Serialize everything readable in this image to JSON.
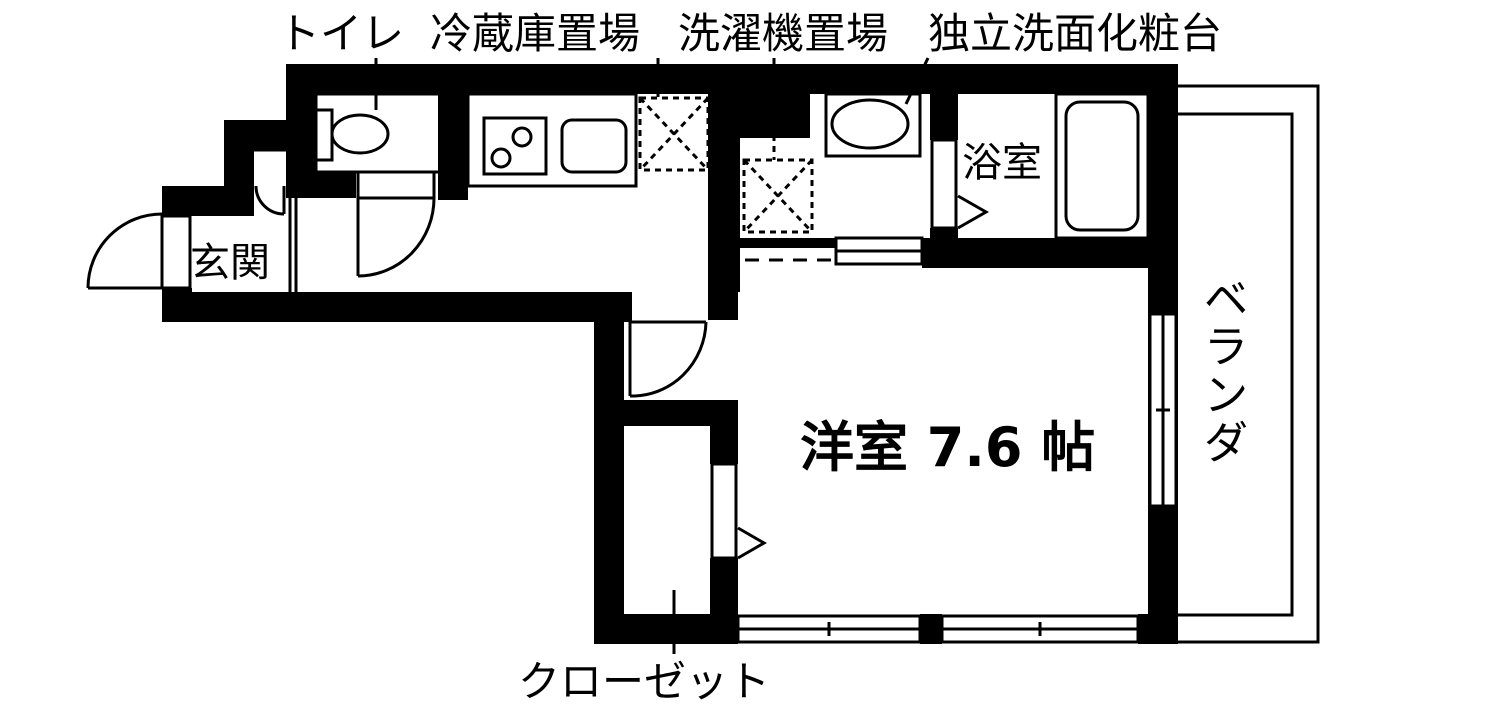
{
  "labels": {
    "toilet": "トイレ",
    "fridge": "冷蔵庫置場",
    "washer": "洗濯機置場",
    "vanity": "独立洗面化粧台",
    "bath": "浴室",
    "entrance": "玄関",
    "balcony_chars": [
      "ベ",
      "ラ",
      "ン",
      "ダ"
    ],
    "room": "洋室 7.6 帖",
    "closet": "クローゼット"
  },
  "colors": {
    "wall": "#000000",
    "background": "#ffffff",
    "line": "#000000"
  }
}
